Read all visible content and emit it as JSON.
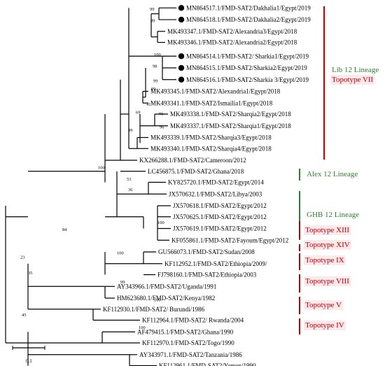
{
  "leaves": [
    {
      "label": "MN864517.1/FMD-SAT2/Dakhalia1/Egypt/2019",
      "marked": true
    },
    {
      "label": "MN864518.1/FMD-SAT2/Dakhalia2/Egypt/2019",
      "marked": true
    },
    {
      "label": "MK493347.1/FMD-SAT2/Alexandria3/Egypt/2018",
      "marked": false
    },
    {
      "label": "MK493346.1/FMD-SAT2/Alexandria2/Egypt/2018",
      "marked": false
    },
    {
      "label": "MN864514.1/FMD-SAT2/ Sharkia1/Egypt/2019",
      "marked": true
    },
    {
      "label": "MN864515.1/FMD-SAT2/Sharkia2/Egypt/2019",
      "marked": true
    },
    {
      "label": "MN864516.1/FMD-SAT2/Sharkia 3/Egypt/2019",
      "marked": true
    },
    {
      "label": "MK493345.1/FMD-SAT2/Alexandria1/Egypt/2018",
      "marked": false
    },
    {
      "label": "MK493341.1/FMD-SAT2/Ismailia1/Egypt/2018",
      "marked": false
    },
    {
      "label": "MK493338.1/FMD-SAT2/Sharqia2/Egypt/2018",
      "marked": false
    },
    {
      "label": "MK493337.1/FMD-SAT2/Sharqia1/Egypt/2018",
      "marked": false
    },
    {
      "label": "MK493339.1/FMD-SAT2/Sharqia3/Egypt/2018",
      "marked": false
    },
    {
      "label": "MK493340.1/FMD-SAT2/Sharqia4/Egypt/2018",
      "marked": false
    },
    {
      "label": "KX266288.1/FMD-SAT2/Cameroon/2012",
      "marked": false
    },
    {
      "label": "LC456875.1/FMD-SAT2/Ghana/2018",
      "marked": false
    },
    {
      "label": "KY825720.1/FMD-SAT2/Egypt/2014",
      "marked": false
    },
    {
      "label": "JX570632.1/FMD-SAT2/Libya/2003",
      "marked": false
    },
    {
      "label": "JX570618.1/FMD-SAT2/Egypt/2012",
      "marked": false
    },
    {
      "label": "JX570625.1/FMD-SAT2/Egypt/2012",
      "marked": false
    },
    {
      "label": "JX570619.1/FMD-SAT2/Egypt/2012",
      "marked": false
    },
    {
      "label": "KF055861.1/FMD-SAT2/Fayoum/Egypt/2012",
      "marked": false
    },
    {
      "label": "GU566073.1/FMD-SAT2/Sudan/2008",
      "marked": false
    },
    {
      "label": "KF112952.1/FMD-SAT2/Ethiopia/2009/",
      "marked": false
    },
    {
      "label": "FJ798160.1/FMD-SAT2/Ethiopia/2003",
      "marked": false
    },
    {
      "label": "AY343966.1/FMD-SAT2/Uganda/1991",
      "marked": false
    },
    {
      "label": "HM623680.1/FMD-SAT2/Kenya/1982",
      "marked": false
    },
    {
      "label": "KF112930.1/FMD-SAT2/ Burundi/1986",
      "marked": false
    },
    {
      "label": "KF112964.1/FMD-SAT2/ Rwanda/2004",
      "marked": false
    },
    {
      "label": "AF479415.1/FMD-SAT2/Ghana/1990",
      "marked": false
    },
    {
      "label": "KF112970.1/FMD-SAT2/Togo/1990",
      "marked": false
    },
    {
      "label": "AY343971.1/FMD-SAT2/Tanzania/1986",
      "marked": false
    },
    {
      "label": "KF112961.1/FMD-SAT2/Yemen/1990",
      "marked": false
    }
  ],
  "bootstrap": [
    "99",
    "89",
    "100",
    "98",
    "99",
    "99",
    "41",
    "96",
    "96",
    "69",
    "99",
    "100",
    "53",
    "36",
    "84",
    "100",
    "23",
    "100",
    "35",
    "99",
    "45",
    "100",
    "100"
  ],
  "clades": [
    {
      "lines": [
        "Lib 12 Lineage",
        "Topotype VII"
      ],
      "colors": [
        "#2e7d32",
        "#c00000"
      ]
    },
    {
      "lines": [
        "Alex 12 Lineage"
      ],
      "colors": [
        "#2e7d32"
      ]
    },
    {
      "lines": [
        "GHB 12 Lineage"
      ],
      "colors": [
        "#2e7d32"
      ]
    },
    {
      "lines": [
        "Topotype XIII"
      ],
      "colors": [
        "#c00000"
      ]
    },
    {
      "lines": [
        "Topotype XIV"
      ],
      "colors": [
        "#c00000"
      ]
    },
    {
      "lines": [
        "Topotype IX"
      ],
      "colors": [
        "#c00000"
      ]
    },
    {
      "lines": [
        "Topotype VIII"
      ],
      "colors": [
        "#c00000"
      ]
    },
    {
      "lines": [
        "Topotype V"
      ],
      "colors": [
        "#c00000"
      ]
    },
    {
      "lines": [
        "Topotype IV"
      ],
      "colors": [
        "#c00000"
      ]
    }
  ],
  "scale_bar": {
    "label": "0.1"
  },
  "colors": {
    "lineage": "#2e7d32",
    "topotype": "#c00000",
    "topotype_bg": "#fde8ec",
    "branch": "#000000"
  }
}
